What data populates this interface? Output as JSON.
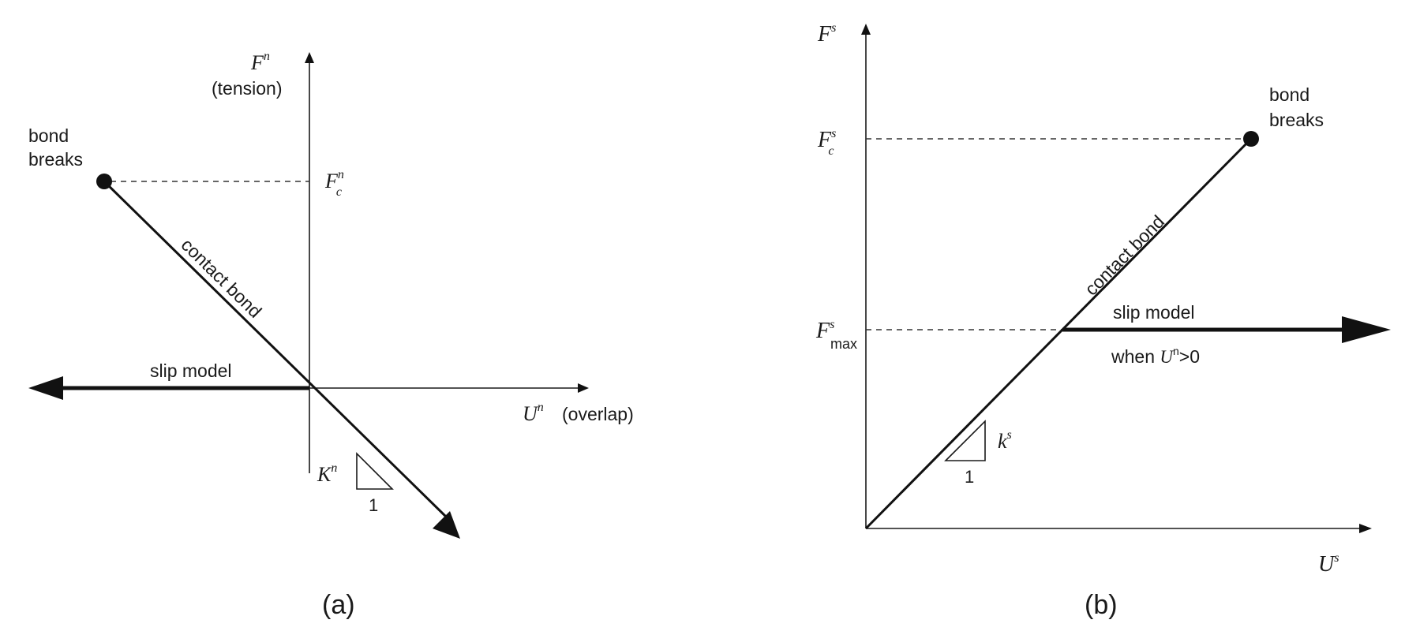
{
  "panel_a": {
    "caption": "(a)",
    "y_axis_label": "F",
    "y_axis_sup": "n",
    "y_axis_note": "(tension)",
    "x_axis_label": "U",
    "x_axis_sup": "n",
    "x_axis_note": "(overlap)",
    "fc_label": "F",
    "fc_sup": "n",
    "fc_sub": "c",
    "bond_breaks_line1": "bond",
    "bond_breaks_line2": "breaks",
    "contact_bond": "contact bond",
    "slip_model": "slip model",
    "stiffness_label": "K",
    "stiffness_sup": "n",
    "slope_one": "1"
  },
  "panel_b": {
    "caption": "(b)",
    "y_axis_label": "F",
    "y_axis_sup": "s",
    "x_axis_label": "U",
    "x_axis_sup": "s",
    "fc_label": "F",
    "fc_sup": "s",
    "fc_sub": "c",
    "fmax_label": "F",
    "fmax_sup": "s",
    "fmax_sub": "max",
    "bond_breaks_line1": "bond",
    "bond_breaks_line2": "breaks",
    "contact_bond": "contact bond",
    "slip_model": "slip model",
    "when_prefix": "when ",
    "when_var": "U",
    "when_sup": "n",
    "when_suffix": ">0",
    "stiffness_label": "k",
    "stiffness_sup": "s",
    "slope_one": "1"
  }
}
